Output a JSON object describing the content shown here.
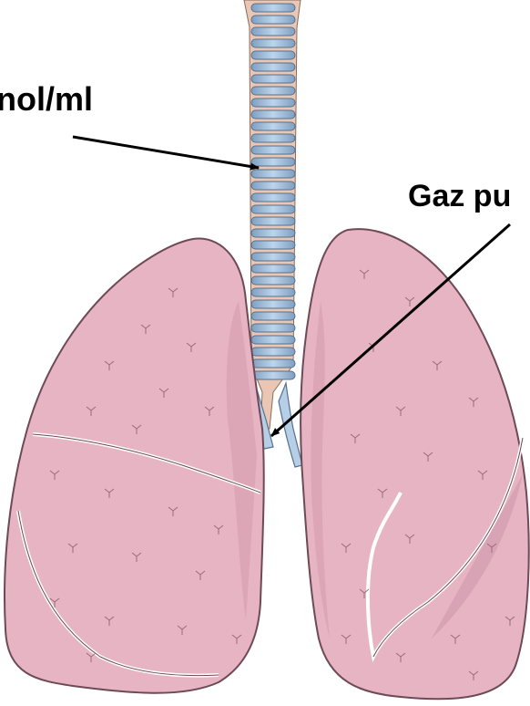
{
  "labels": {
    "left": "nol/ml",
    "right": "Gaz pu"
  },
  "colors": {
    "background": "#ffffff",
    "lung_fill": "#e6b4c3",
    "lung_edge": "#6e4a56",
    "lobe_fissure": "#ffffff",
    "cartilage_ring": "#a9c6e0",
    "ring_edge": "#55718d",
    "ring_band": "#f1d5c2",
    "arrow": "#000000"
  },
  "icons": {
    "lungs": "lungs-illustration",
    "trachea": "trachea-illustration",
    "arrows": "pointer-arrow"
  }
}
